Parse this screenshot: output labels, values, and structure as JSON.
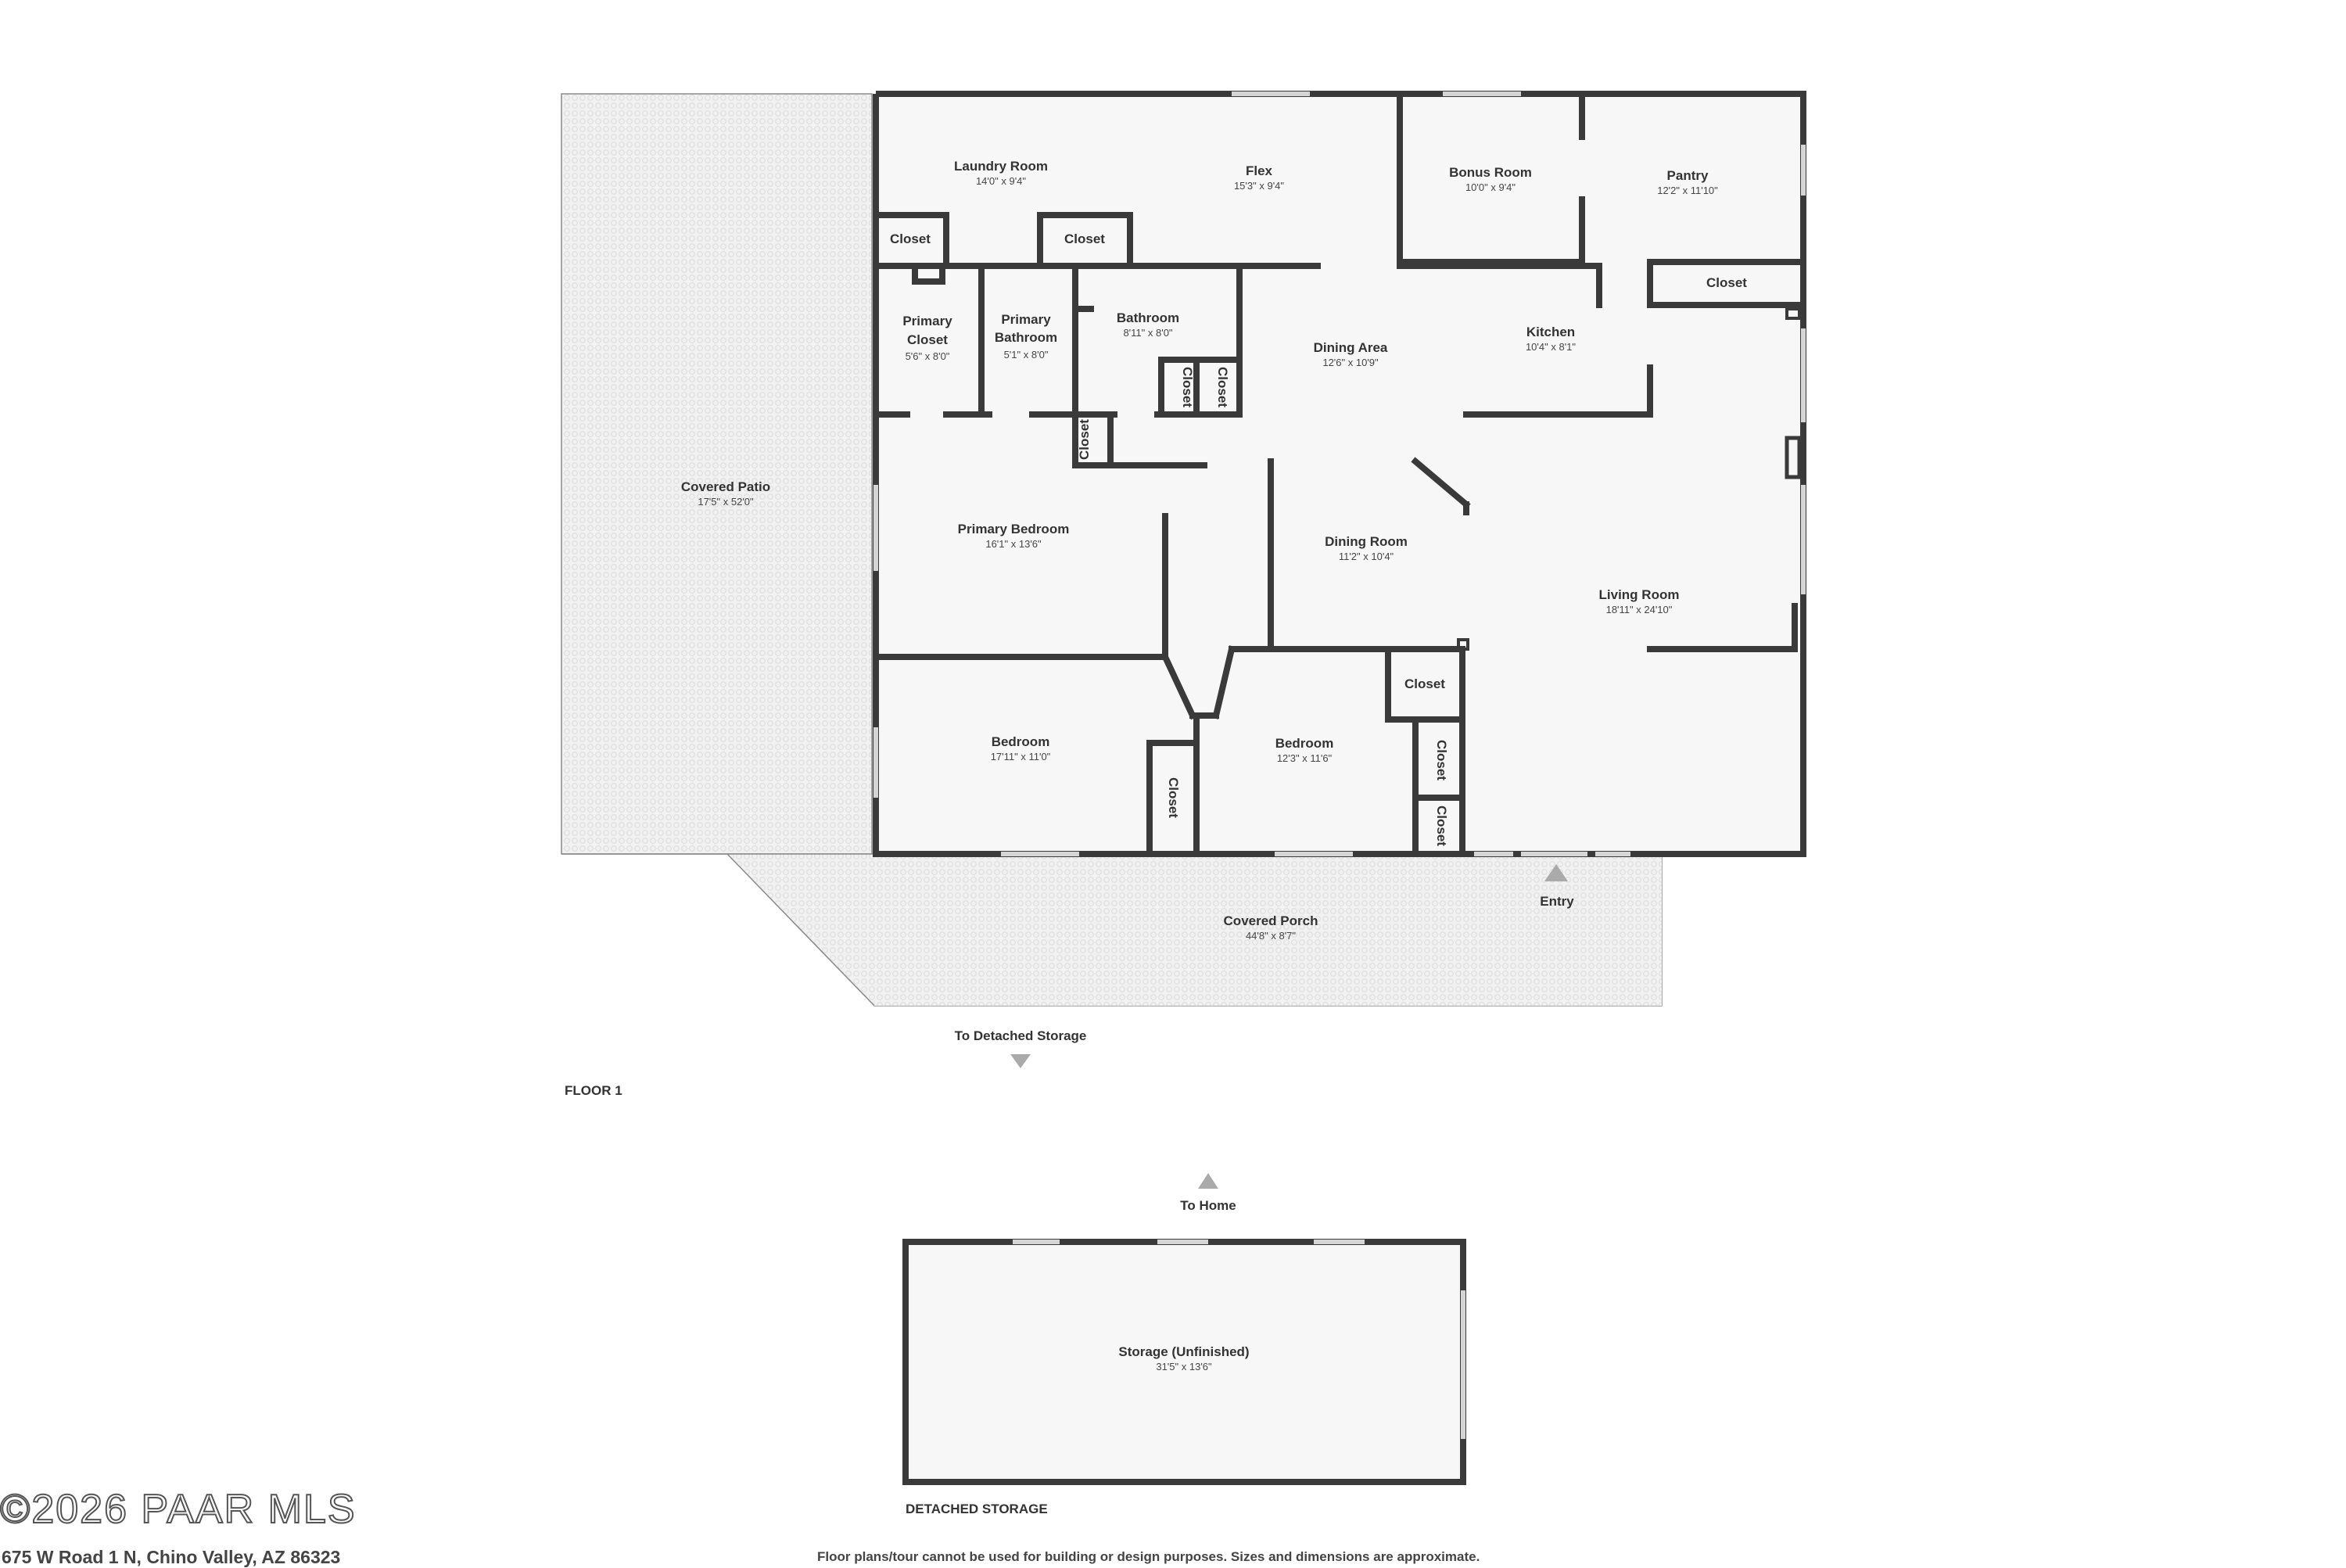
{
  "rooms": [
    {
      "name": "Laundry Room",
      "dim": "14'0\" x 9'4\""
    },
    {
      "name": "Flex",
      "dim": "15'3\" x 9'4\""
    },
    {
      "name": "Bonus Room",
      "dim": "10'0\" x 9'4\""
    },
    {
      "name": "Pantry",
      "dim": "12'2\" x 11'10\""
    },
    {
      "name": "Primary Closet",
      "dim": "5'6\" x 8'0\""
    },
    {
      "name": "Primary Bathroom",
      "dim": "5'1\" x 8'0\""
    },
    {
      "name": "Bathroom",
      "dim": "8'11\" x 8'0\""
    },
    {
      "name": "Dining Area",
      "dim": "12'6\" x 10'9\""
    },
    {
      "name": "Kitchen",
      "dim": "10'4\" x 8'1\""
    },
    {
      "name": "Covered Patio",
      "dim": "17'5\" x 52'0\""
    },
    {
      "name": "Primary Bedroom",
      "dim": "16'1\" x 13'6\""
    },
    {
      "name": "Dining Room",
      "dim": "11'2\" x 10'4\""
    },
    {
      "name": "Living Room",
      "dim": "18'11\" x 24'10\""
    },
    {
      "name": "Bedroom",
      "dim": "17'11\" x 11'0\""
    },
    {
      "name": "Bedroom",
      "dim": "12'3\" x 11'6\""
    },
    {
      "name": "Covered Porch",
      "dim": "44'8\" x 8'7\""
    },
    {
      "name": "Storage (Unfinished)",
      "dim": "31'5\" x 13'6\""
    }
  ],
  "closet_label": "Closet",
  "entry_label": "Entry",
  "to_detached_storage": "To Detached Storage",
  "to_home": "To Home",
  "floor_label": "FLOOR 1",
  "detached_label": "DETACHED STORAGE",
  "watermark": "©2026 PAAR MLS",
  "address": "675 W Road 1 N, Chino Valley, AZ 86323",
  "disclaimer": "Floor plans/tour cannot be used for building or design purposes. Sizes and dimensions are approximate."
}
